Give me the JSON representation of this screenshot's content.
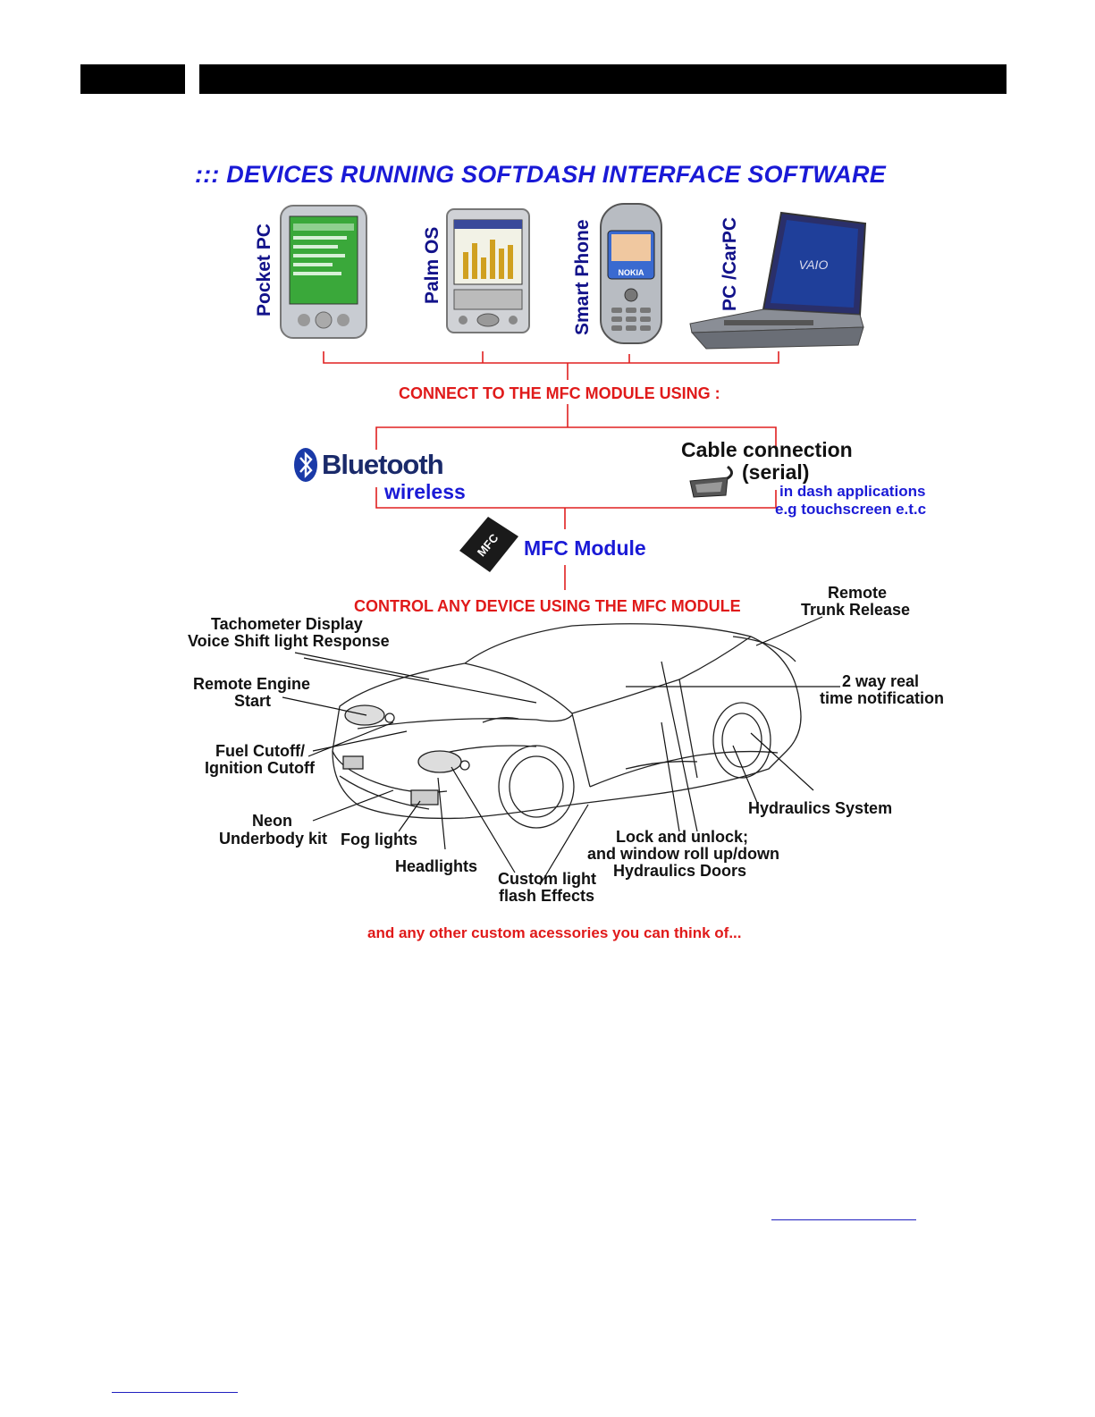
{
  "title": "::: DEVICES RUNNING SOFTDASH INTERFACE SOFTWARE",
  "devices": {
    "pocket_pc": "Pocket PC",
    "palm_os": "Palm OS",
    "smart_phone": "Smart Phone",
    "pc_carpc": "PC /CarPC",
    "nokia_brand": "NOKIA",
    "vaio_brand": "VAIO"
  },
  "connect_label": "CONNECT TO THE MFC MODULE USING :",
  "bluetooth": {
    "logo": "Bluetooth",
    "sub": "wireless"
  },
  "cable": {
    "line1": "Cable connection",
    "line2": "(serial)"
  },
  "in_dash": {
    "line1": "in dash applications",
    "line2": "e.g touchscreen e.t.c"
  },
  "mfc": {
    "chip": "MFC",
    "label": "MFC Module"
  },
  "control_label": "CONTROL ANY DEVICE USING THE  MFC MODULE",
  "car_labels": {
    "remote_trunk_1": "Remote",
    "remote_trunk_2": "Trunk Release",
    "tacho_1": "Tachometer Display",
    "tacho_2": "Voice Shift light Response",
    "engine_1": "Remote Engine",
    "engine_2": "Start",
    "notify_1": "2 way real",
    "notify_2": "time notification",
    "fuel_1": "Fuel Cutoff/",
    "fuel_2": "Ignition Cutoff",
    "hydraulics": "Hydraulics System",
    "neon_1": "Neon",
    "neon_2": "Underbody kit",
    "fog": "Fog lights",
    "lock_1": "Lock and unlock;",
    "lock_2": "and window roll up/down",
    "lock_3": "Hydraulics Doors",
    "headlights": "Headlights",
    "custom_1": "Custom light",
    "custom_2": "flash Effects"
  },
  "footer_note": "and any other custom acessories you can  think of..."
}
